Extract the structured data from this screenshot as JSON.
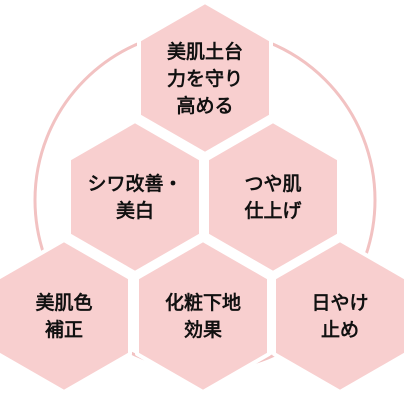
{
  "colors": {
    "hex_fill": "#F8CFCF",
    "hex_stroke": "#ffffff",
    "circle_stroke": "#F2C2C2"
  },
  "hexes": [
    {
      "label": "美肌土台\n力を守り\n高める"
    },
    {
      "label": "シワ改善・\n美白"
    },
    {
      "label": "つや肌\n仕上げ"
    },
    {
      "label": "美肌色\n補正"
    },
    {
      "label": "化粧下地\n効果"
    },
    {
      "label": "日やけ\n止め"
    }
  ]
}
